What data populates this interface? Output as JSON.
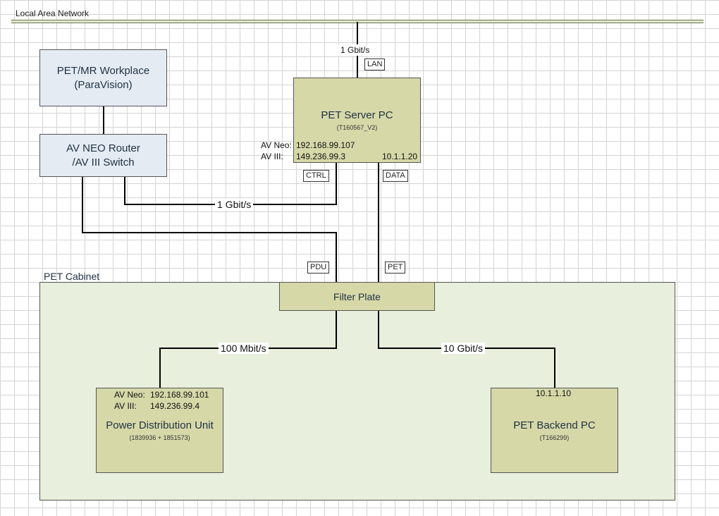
{
  "network": {
    "label": "Local Area Network"
  },
  "cabinet": {
    "label": "PET Cabinet"
  },
  "nodes": {
    "workplace": {
      "line1": "PET/MR Workplace",
      "line2": "(ParaVision)"
    },
    "router": {
      "line1": "AV NEO Router",
      "line2": "/AV III Switch"
    },
    "server": {
      "title": "PET Server PC",
      "id": "(T160567_V2)",
      "av_neo_label": "AV Neo:",
      "av_neo_ip": "192.168.99.107",
      "av_iii_label": "AV III:",
      "av_iii_ip": "149.236.99.3",
      "data_ip": "10.1.1.20"
    },
    "filter": {
      "title": "Filter Plate"
    },
    "pdu": {
      "title": "Power Distribution Unit",
      "id": "(1839936 + 1851573)",
      "av_neo_label": "AV Neo:",
      "av_neo_ip": "192.168.99.101",
      "av_iii_label": "AV III:",
      "av_iii_ip": "149.236.99.4"
    },
    "backend": {
      "title": "PET Backend PC",
      "id": "(T166299)",
      "ip": "10.1.1.10"
    }
  },
  "links": {
    "lan_speed": "1 Gbit/s",
    "lan_tag": "LAN",
    "ctrl_tag": "CTRL",
    "data_tag": "DATA",
    "ctrl_speed": "1 Gbit/s",
    "pdu_tag": "PDU",
    "pet_tag": "PET",
    "pdu_speed": "100 Mbit/s",
    "backend_speed": "10 Gbit/s"
  }
}
